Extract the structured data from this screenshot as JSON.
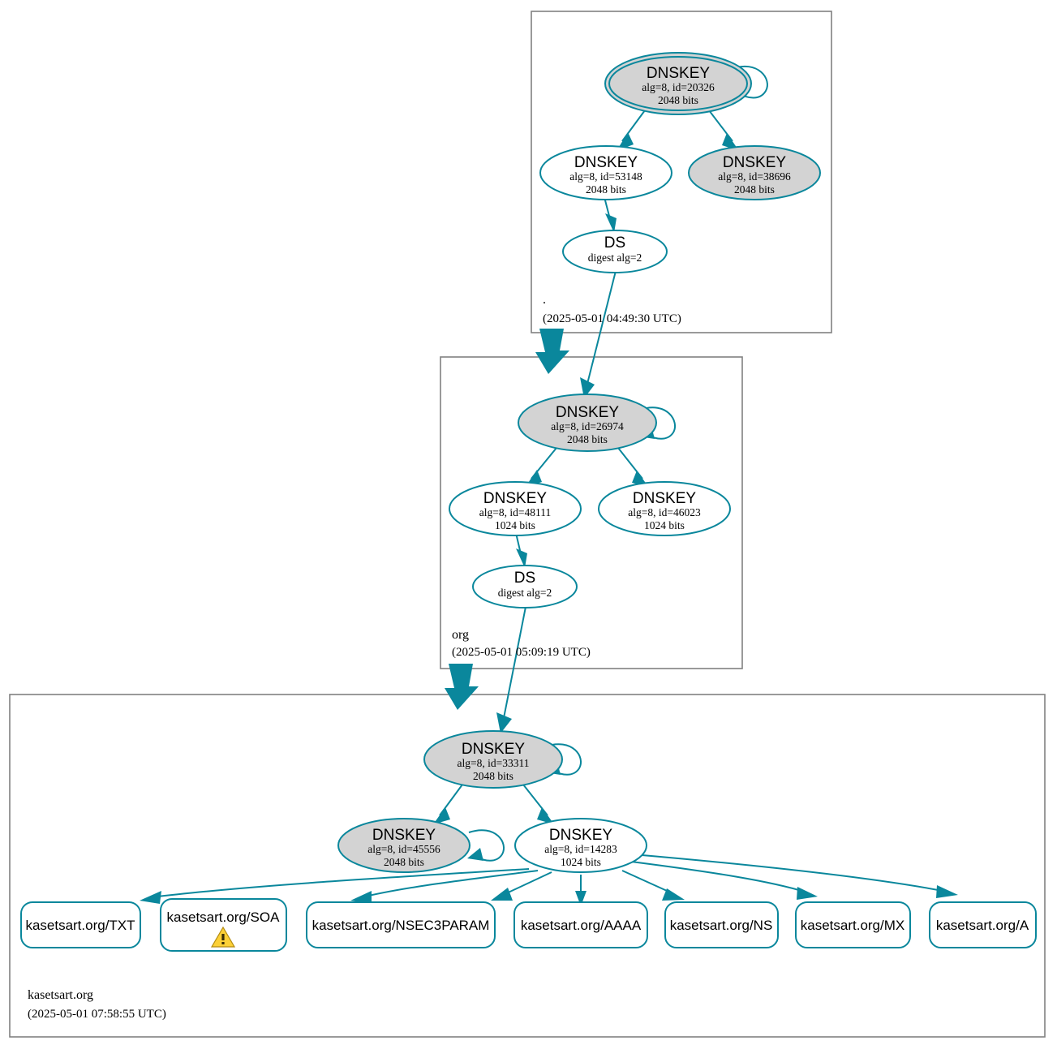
{
  "diagram": {
    "kind": "dnssec-authentication-chain",
    "accent_color": "#0a879c",
    "ksk_fill": "#d3d3d3",
    "zsk_fill": "#ffffff",
    "zone_border_color": "#808080",
    "warning_color": "#fcd036"
  },
  "zones": [
    {
      "id": "root",
      "label": ".",
      "timestamp": "(2025-05-01 04:49:30 UTC)",
      "keys": [
        {
          "id": "root-20326",
          "type": "DNSKEY",
          "line1": "DNSKEY",
          "line2": "alg=8, id=20326",
          "line3": "2048 bits",
          "alg": 8,
          "key_id": 20326,
          "bits": 2048,
          "trust_anchor": true,
          "secure": true,
          "self_sign": true
        },
        {
          "id": "root-53148",
          "type": "DNSKEY",
          "line1": "DNSKEY",
          "line2": "alg=8, id=53148",
          "line3": "2048 bits",
          "alg": 8,
          "key_id": 53148,
          "bits": 2048,
          "trust_anchor": false,
          "secure": false,
          "self_sign": false
        },
        {
          "id": "root-38696",
          "type": "DNSKEY",
          "line1": "DNSKEY",
          "line2": "alg=8, id=38696",
          "line3": "2048 bits",
          "alg": 8,
          "key_id": 38696,
          "bits": 2048,
          "trust_anchor": false,
          "secure": true,
          "self_sign": false
        }
      ],
      "ds": {
        "id": "root-ds",
        "line1": "DS",
        "line2": "digest alg=2",
        "digest_alg": 2
      }
    },
    {
      "id": "org",
      "label": "org",
      "timestamp": "(2025-05-01 05:09:19 UTC)",
      "keys": [
        {
          "id": "org-26974",
          "type": "DNSKEY",
          "line1": "DNSKEY",
          "line2": "alg=8, id=26974",
          "line3": "2048 bits",
          "alg": 8,
          "key_id": 26974,
          "bits": 2048,
          "trust_anchor": false,
          "secure": true,
          "self_sign": true
        },
        {
          "id": "org-48111",
          "type": "DNSKEY",
          "line1": "DNSKEY",
          "line2": "alg=8, id=48111",
          "line3": "1024 bits",
          "alg": 8,
          "key_id": 48111,
          "bits": 1024,
          "trust_anchor": false,
          "secure": false,
          "self_sign": false
        },
        {
          "id": "org-46023",
          "type": "DNSKEY",
          "line1": "DNSKEY",
          "line2": "alg=8, id=46023",
          "line3": "1024 bits",
          "alg": 8,
          "key_id": 46023,
          "bits": 1024,
          "trust_anchor": false,
          "secure": false,
          "self_sign": false
        }
      ],
      "ds": {
        "id": "org-ds",
        "line1": "DS",
        "line2": "digest alg=2",
        "digest_alg": 2
      }
    },
    {
      "id": "kasetsart",
      "label": "kasetsart.org",
      "timestamp": "(2025-05-01 07:58:55 UTC)",
      "keys": [
        {
          "id": "kas-33311",
          "type": "DNSKEY",
          "line1": "DNSKEY",
          "line2": "alg=8, id=33311",
          "line3": "2048 bits",
          "alg": 8,
          "key_id": 33311,
          "bits": 2048,
          "trust_anchor": false,
          "secure": true,
          "self_sign": true
        },
        {
          "id": "kas-45556",
          "type": "DNSKEY",
          "line1": "DNSKEY",
          "line2": "alg=8, id=45556",
          "line3": "2048 bits",
          "alg": 8,
          "key_id": 45556,
          "bits": 2048,
          "trust_anchor": false,
          "secure": true,
          "self_sign": true
        },
        {
          "id": "kas-14283",
          "type": "DNSKEY",
          "line1": "DNSKEY",
          "line2": "alg=8, id=14283",
          "line3": "1024 bits",
          "alg": 8,
          "key_id": 14283,
          "bits": 1024,
          "trust_anchor": false,
          "secure": false,
          "self_sign": false
        }
      ],
      "ds": null
    }
  ],
  "rrsets": [
    {
      "id": "rr-txt",
      "label": "kasetsart.org/TXT",
      "warning": false
    },
    {
      "id": "rr-soa",
      "label": "kasetsart.org/SOA",
      "warning": true,
      "warning_icon": "warning-triangle-icon"
    },
    {
      "id": "rr-nsec3param",
      "label": "kasetsart.org/NSEC3PARAM",
      "warning": false
    },
    {
      "id": "rr-aaaa",
      "label": "kasetsart.org/AAAA",
      "warning": false
    },
    {
      "id": "rr-ns",
      "label": "kasetsart.org/NS",
      "warning": false
    },
    {
      "id": "rr-mx",
      "label": "kasetsart.org/MX",
      "warning": false
    },
    {
      "id": "rr-a",
      "label": "kasetsart.org/A",
      "warning": false
    }
  ]
}
